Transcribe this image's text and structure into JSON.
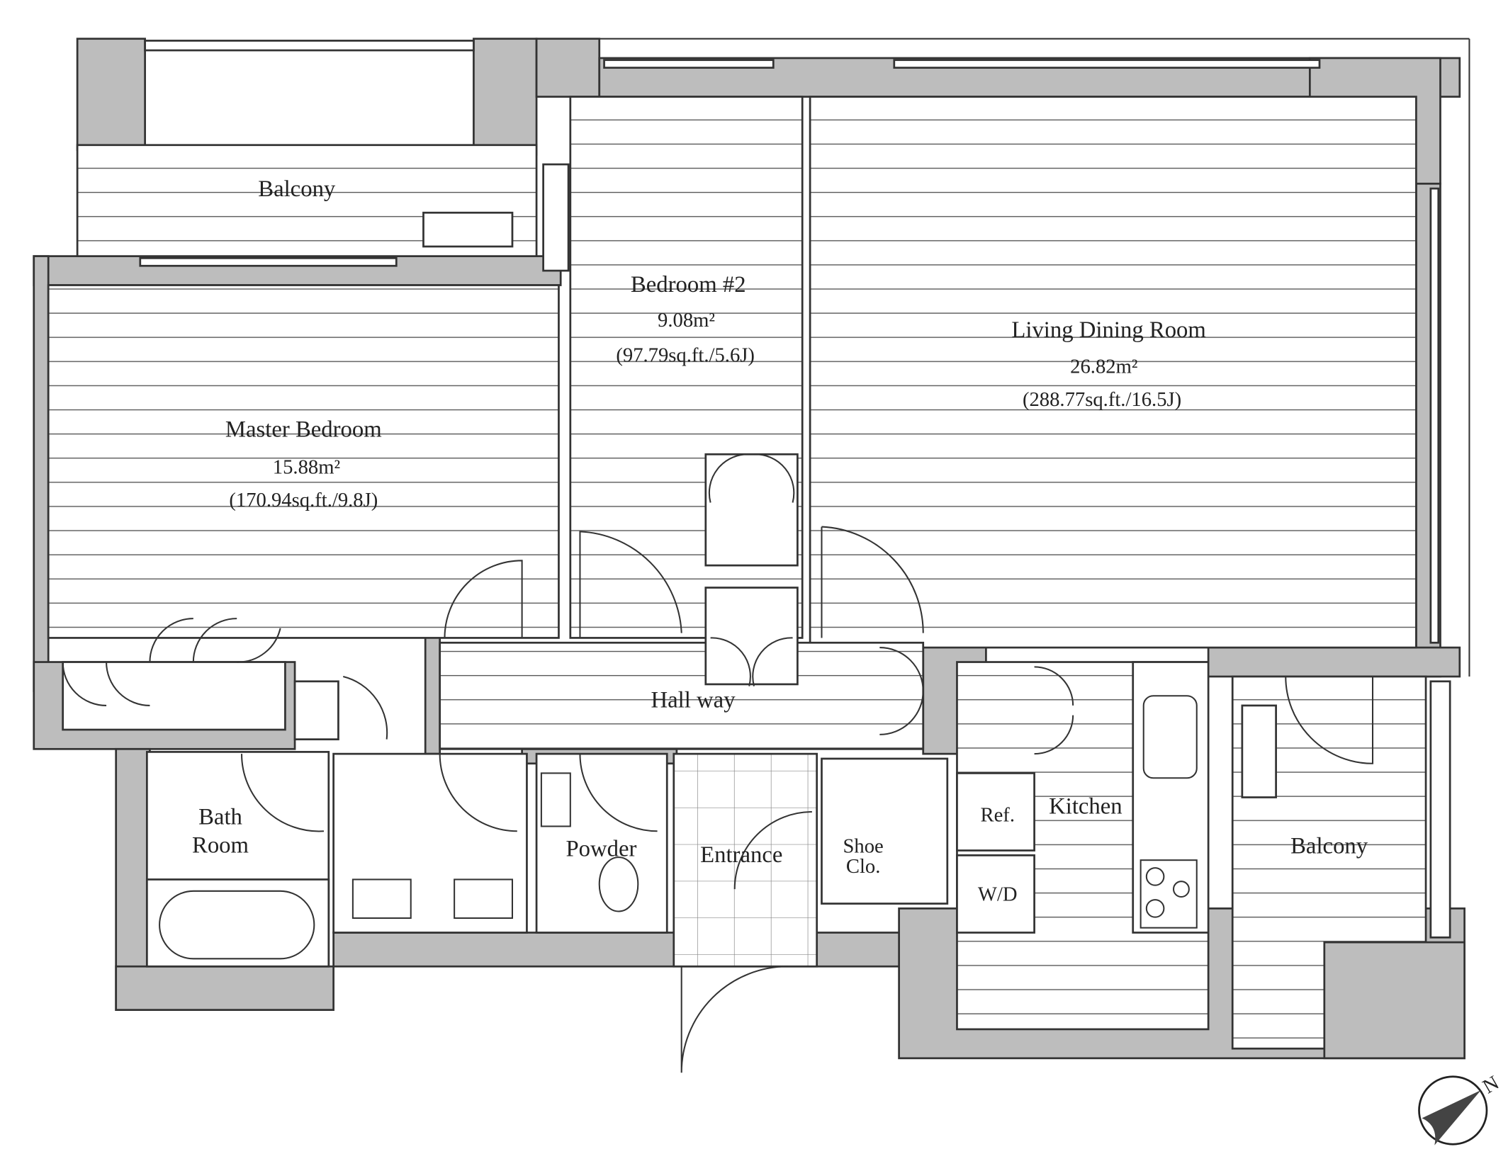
{
  "plan": {
    "balcony_top": {
      "name": "Balcony"
    },
    "master_bedroom": {
      "name": "Master Bedroom",
      "area": "15.88m²",
      "detail": "(170.94sq.ft./9.8J)"
    },
    "bedroom2": {
      "name": "Bedroom #2",
      "area": "9.08m²",
      "detail": "(97.79sq.ft./5.6J)"
    },
    "living": {
      "name": "Living Dining Room",
      "area": "26.82m²",
      "detail": "(288.77sq.ft./16.5J)"
    },
    "hallway": {
      "name": "Hall way"
    },
    "bath": {
      "line1": "Bath",
      "line2": "Room"
    },
    "powder": {
      "name": "Powder"
    },
    "entrance": {
      "name": "Entrance"
    },
    "shoe": {
      "line1": "Shoe",
      "line2": "Clo."
    },
    "ref": {
      "name": "Ref."
    },
    "kitchen": {
      "name": "Kitchen"
    },
    "wd": {
      "name": "W/D"
    },
    "balcony_right": {
      "name": "Balcony"
    },
    "compass": {
      "label": "N"
    }
  }
}
